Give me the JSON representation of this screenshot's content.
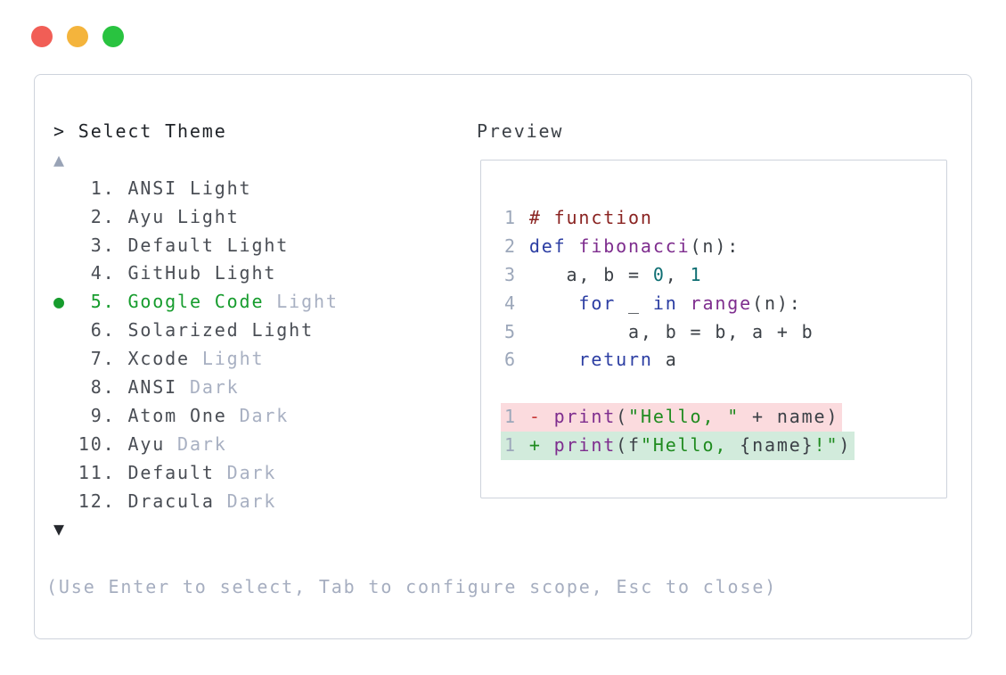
{
  "window": {
    "traffic_lights": [
      "close",
      "minimize",
      "maximize"
    ]
  },
  "colors": {
    "accent_green": "#169c2d",
    "muted_gray": "#a8b0c2",
    "item_text": "#4a4e55",
    "diff_delete_bg": "#fbdbde",
    "diff_insert_bg": "#d2ebdc",
    "comment": "#8a2321",
    "keyword": "#2c3ea3",
    "function": "#7e2d8e",
    "literal": "#0e6e72",
    "string": "#1f8b1f",
    "traffic_red": "#f15e56",
    "traffic_yellow": "#f4b43c",
    "traffic_green": "#29c340"
  },
  "theme_picker": {
    "title": "> Select Theme",
    "scroll_up_icon": "▲",
    "scroll_down_icon": "▼",
    "selected_marker": "●",
    "items": [
      {
        "marker": " ",
        "num": "  1. ",
        "name": "ANSI Light",
        "suffix": ""
      },
      {
        "marker": " ",
        "num": "  2. ",
        "name": "Ayu Light",
        "suffix": ""
      },
      {
        "marker": " ",
        "num": "  3. ",
        "name": "Default Light",
        "suffix": ""
      },
      {
        "marker": " ",
        "num": "  4. ",
        "name": "GitHub Light",
        "suffix": ""
      },
      {
        "marker": "●",
        "num": "  5. ",
        "name": "Google Code",
        "suffix": " Light",
        "selected": true
      },
      {
        "marker": " ",
        "num": "  6. ",
        "name": "Solarized Light",
        "suffix": ""
      },
      {
        "marker": " ",
        "num": "  7. ",
        "name": "Xcode",
        "suffix": " Light"
      },
      {
        "marker": " ",
        "num": "  8. ",
        "name": "ANSI",
        "suffix": " Dark"
      },
      {
        "marker": " ",
        "num": "  9. ",
        "name": "Atom One",
        "suffix": " Dark"
      },
      {
        "marker": " ",
        "num": " 10. ",
        "name": "Ayu",
        "suffix": " Dark"
      },
      {
        "marker": " ",
        "num": " 11. ",
        "name": "Default",
        "suffix": " Dark"
      },
      {
        "marker": " ",
        "num": " 12. ",
        "name": "Dracula",
        "suffix": " Dark"
      }
    ],
    "footer_hint": "(Use Enter to select, Tab to configure scope, Esc to close)"
  },
  "preview": {
    "label": "Preview",
    "code_lines": [
      {
        "n": "1",
        "tokens": [
          [
            "com",
            "# function"
          ]
        ]
      },
      {
        "n": "2",
        "tokens": [
          [
            "kw",
            "def "
          ],
          [
            "fn",
            "fibonacci"
          ],
          [
            "pl",
            "(n):"
          ]
        ]
      },
      {
        "n": "3",
        "tokens": [
          [
            "pl",
            "   a, b = "
          ],
          [
            "lit",
            "0"
          ],
          [
            "pl",
            ", "
          ],
          [
            "lit",
            "1"
          ]
        ]
      },
      {
        "n": "4",
        "tokens": [
          [
            "pl",
            "    "
          ],
          [
            "kw",
            "for"
          ],
          [
            "pl",
            " _ "
          ],
          [
            "kw",
            "in"
          ],
          [
            "pl",
            " "
          ],
          [
            "fn",
            "range"
          ],
          [
            "pl",
            "(n):"
          ]
        ]
      },
      {
        "n": "5",
        "tokens": [
          [
            "pl",
            "        a, b = b, a + b"
          ]
        ]
      },
      {
        "n": "6",
        "tokens": [
          [
            "pl",
            "    "
          ],
          [
            "kw",
            "return"
          ],
          [
            "pl",
            " a"
          ]
        ]
      },
      {
        "n": "",
        "tokens": []
      },
      {
        "n": "1",
        "mode": "del",
        "tokens": [
          [
            "del",
            "- "
          ],
          [
            "fn",
            "print"
          ],
          [
            "pl",
            "("
          ],
          [
            "str",
            "\"Hello, \""
          ],
          [
            "pl",
            " + name)"
          ]
        ]
      },
      {
        "n": "1",
        "mode": "ins",
        "tokens": [
          [
            "ins",
            "+ "
          ],
          [
            "fn",
            "print"
          ],
          [
            "pl",
            "(f"
          ],
          [
            "str",
            "\"Hello, "
          ],
          [
            "pl",
            "{name}"
          ],
          [
            "str",
            "!\""
          ],
          [
            "pl",
            ")"
          ]
        ]
      }
    ]
  }
}
